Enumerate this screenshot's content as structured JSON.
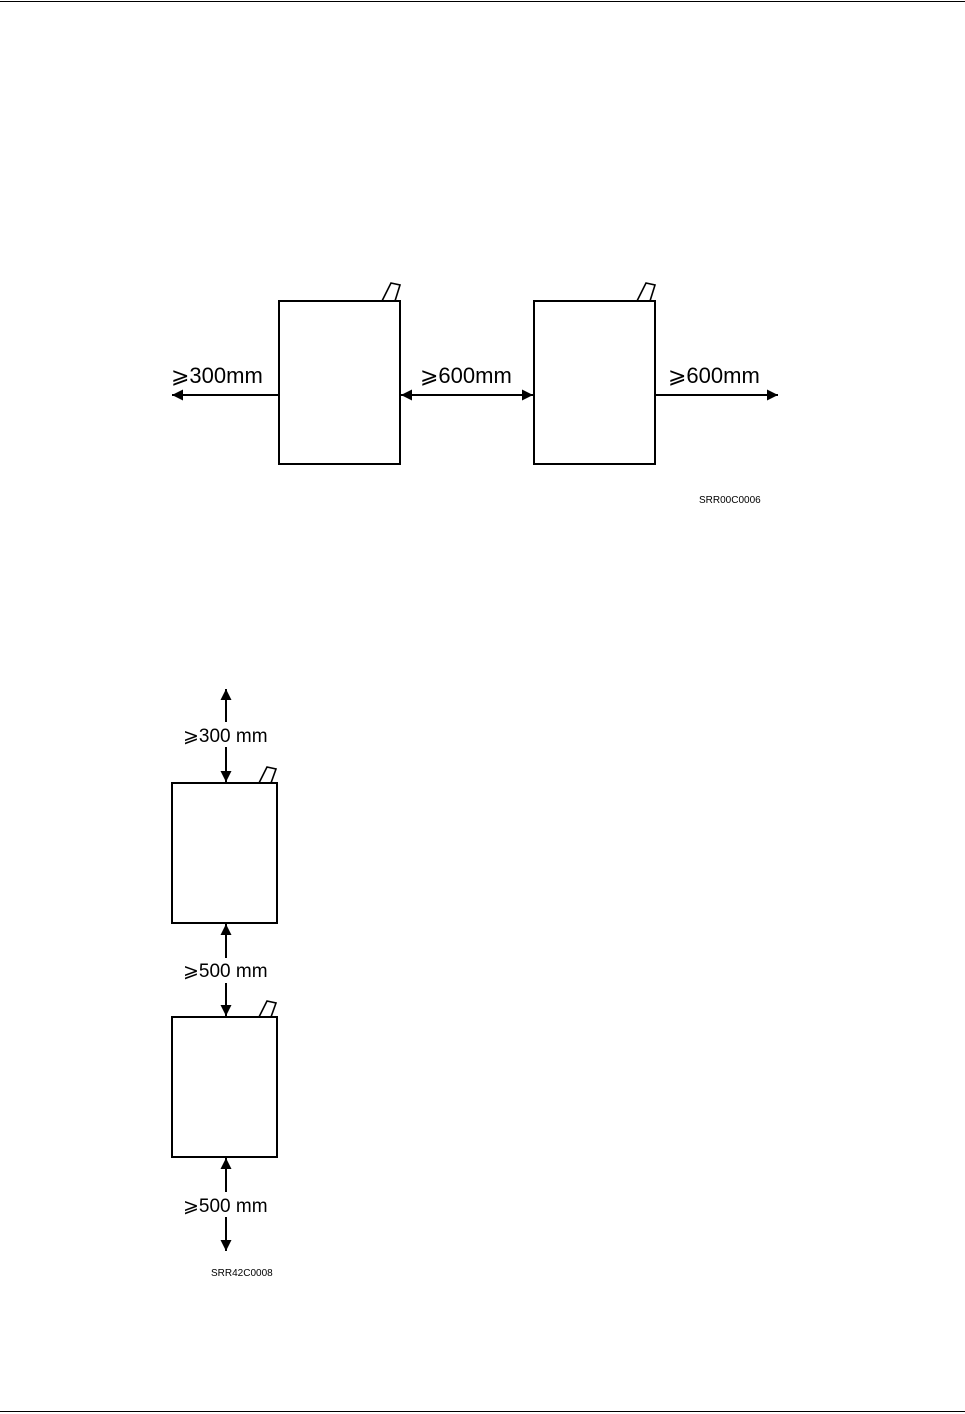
{
  "figure1": {
    "left_clearance": "⩾300mm",
    "between_clearance": "⩾600mm",
    "right_clearance": "⩾600mm",
    "code": "SRR00C0006"
  },
  "figure2": {
    "top_clearance": "⩾300 mm",
    "between_clearance": "⩾500 mm",
    "bottom_clearance": "⩾500 mm",
    "code": "SRR42C0008"
  },
  "colors": {
    "line": "#000000",
    "background": "#ffffff"
  }
}
